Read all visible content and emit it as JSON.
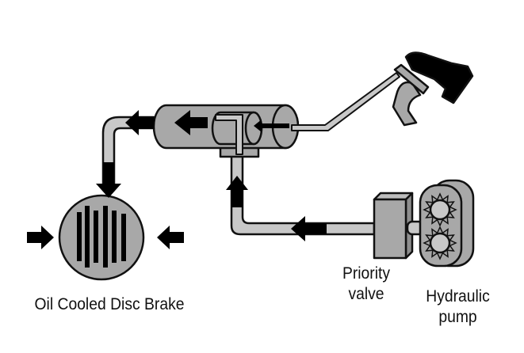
{
  "labels": {
    "brake": "Oil Cooled Disc Brake",
    "priority_valve": [
      "Priority",
      "valve"
    ],
    "hydraulic_pump": [
      "Hydraulic",
      "pump"
    ]
  },
  "colors": {
    "body": "#a8a8a8",
    "pipe": "#c8c8c8",
    "stroke": "#111111",
    "arrow": "#000000"
  }
}
